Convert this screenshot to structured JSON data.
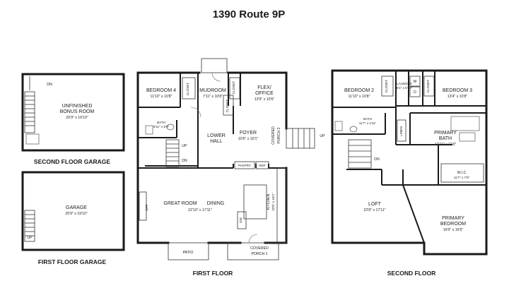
{
  "title": "1390 Route 9P",
  "captions": {
    "second_floor_garage": "SECOND FLOOR GARAGE",
    "first_floor_garage": "FIRST FLOOR GARAGE",
    "first_floor": "FIRST FLOOR",
    "second_floor": "SECOND FLOOR"
  },
  "garage_upper": {
    "room_name_1": "UNFINISHED",
    "room_name_2": "BONUS ROOM",
    "room_dims": "20'9\" x 19'10\"",
    "stair_label": "DN"
  },
  "garage_lower": {
    "room_name": "GARAGE",
    "room_dims": "20'9\" x 19'10\"",
    "stair_label": "UP"
  },
  "first_floor": {
    "bedroom4_name": "BEDROOM 4",
    "bedroom4_dims": "11'10\" x 10'8\"",
    "closet1": "CLOSET",
    "mudroom_name": "MUDROOM",
    "mudroom_dims": "7'11\" x 10'8\"",
    "closet2": "CLOSET",
    "closet3": "CLOSET",
    "flex_name_1": "FLEX/",
    "flex_name_2": "OFFICE",
    "flex_dims": "13'9\" x 10'6\"",
    "bath_name": "BATH",
    "bath_dims": "8'11\" x 5'0\"",
    "lower_hall_1": "LOWER",
    "lower_hall_2": "HALL",
    "foyer_name": "FOYER",
    "foyer_dims": "10'6\" x 10'1\"",
    "covered_porch2_1": "COVERED",
    "covered_porch2_2": "PORCH 2",
    "up_label": "UP",
    "dn_label": "DN",
    "stair_up_label": "UP",
    "pantry": "PANTRY",
    "ref": "REF",
    "great_room_name": "GREAT ROOM",
    "dining_name": "DINING",
    "great_room_dims": "22'10\" x 17'11\"",
    "gfp": "GFP",
    "kitchen_name": "KITCHEN",
    "kitchen_dims": "20'0\" x 16'2\"",
    "dw": "DW",
    "patio": "PATIO",
    "covered_porch1_1": "COVERED",
    "covered_porch1_2": "PORCH 1"
  },
  "second_floor": {
    "bedroom2_name": "BEDROOM 2",
    "bedroom2_dims": "11'10\" x 10'8\"",
    "closet_a": "CLOSET",
    "laundry_name": "LAUNDRY",
    "laundry_dims": "8'1\" x 6'10\"",
    "washer": "W",
    "dryer": "D",
    "closet_b": "CLOSET",
    "bedroom3_name": "BEDROOM 3",
    "bedroom3_dims": "13'4\" x 10'8\"",
    "bath_name": "BATH",
    "bath_dims": "11'7\" x 4'11\"",
    "linen": "LINEN",
    "primary_bath_1": "PRIMARY",
    "primary_bath_2": "BATH",
    "primary_bath_dims": "17'11\" x 11'0\"",
    "dn_label": "DN",
    "wic_name": "W.I.C",
    "wic_dims": "11'7\" x 7'9\"",
    "loft_name": "LOFT",
    "loft_dims": "22'8\" x 17'11\"",
    "primary_bed_1": "PRIMARY",
    "primary_bed_2": "BEDROOM",
    "primary_bed_dims": "16'0\" x 16'5\""
  }
}
